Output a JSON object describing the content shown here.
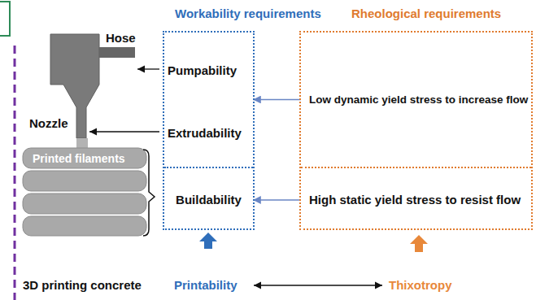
{
  "diagram": {
    "nodes": [
      {
        "text": [
          "Workability requirements"
        ]
      },
      {
        "text": [
          "Pumpability",
          "Extrudability"
        ],
        "in": 0
      },
      {
        "text": [
          "Buildability"
        ],
        "in": 0
      },
      {
        "text": [
          "Rheological requirements"
        ]
      },
      {
        "text": [
          "Low dynamic yield stress to increase flow"
        ],
        "in": 3
      },
      {
        "text": [
          "High static yield stress to resist flow"
        ],
        "in": 3
      }
    ],
    "edges": [
      {
        "from": 4,
        "to": 1,
        "arrow": "to"
      },
      {
        "from": 5,
        "to": 2,
        "arrow": "to"
      }
    ],
    "labels": [
      "Hose",
      "Nozzle",
      "Printed filaments",
      "3D printing concrete",
      "Printability",
      "Thixotropy"
    ]
  }
}
